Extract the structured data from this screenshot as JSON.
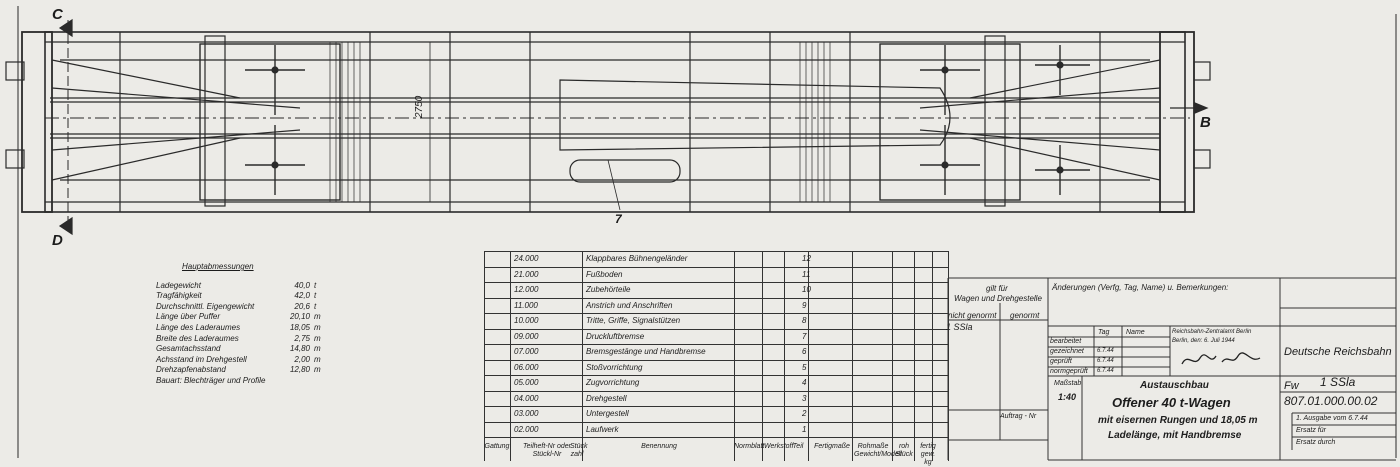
{
  "drawing": {
    "section_marks": {
      "c": "C",
      "d": "D",
      "b": "B"
    },
    "dimension_2750": "2750",
    "callout_7": "7"
  },
  "main_dimensions": {
    "title": "Hauptabmessungen",
    "rows": [
      {
        "label": "Ladegewicht",
        "value": "40,0",
        "unit": "t"
      },
      {
        "label": "Tragfähigkeit",
        "value": "42,0",
        "unit": "t"
      },
      {
        "label": "Durchschnittl. Eigengewicht",
        "value": "20,6",
        "unit": "t"
      },
      {
        "label": "Länge über Puffer",
        "value": "20,10",
        "unit": "m"
      },
      {
        "label": "Länge des Laderaumes",
        "value": "18,05",
        "unit": "m"
      },
      {
        "label": "Breite des Laderaumes",
        "value": "2,75",
        "unit": "m"
      },
      {
        "label": "Gesamtachsstand",
        "value": "14,80",
        "unit": "m"
      },
      {
        "label": "Achsstand im Drehgestell",
        "value": "2,00",
        "unit": "m"
      },
      {
        "label": "Drehzapfenabstand",
        "value": "12,80",
        "unit": "m"
      }
    ],
    "bauart": "Bauart: Blechträger und Profile"
  },
  "parts_list": {
    "rows": [
      {
        "number": "24.000",
        "name": "Klappbares Bühnengeländer",
        "part": "12"
      },
      {
        "number": "21.000",
        "name": "Fußboden",
        "part": "11"
      },
      {
        "number": "12.000",
        "name": "Zubehörteile",
        "part": "10"
      },
      {
        "number": "11.000",
        "name": "Anstrich und Anschriften",
        "part": "9"
      },
      {
        "number": "10.000",
        "name": "Tritte, Griffe, Signalstützen",
        "part": "8"
      },
      {
        "number": "09.000",
        "name": "Druckluftbremse",
        "part": "7"
      },
      {
        "number": "07.000",
        "name": "Bremsgestänge und Handbremse",
        "part": "6"
      },
      {
        "number": "06.000",
        "name": "Stoßvorrichtung",
        "part": "5"
      },
      {
        "number": "05.000",
        "name": "Zugvorrichtung",
        "part": "4"
      },
      {
        "number": "04.000",
        "name": "Drehgestell",
        "part": "3"
      },
      {
        "number": "03.000",
        "name": "Untergestell",
        "part": "2"
      },
      {
        "number": "02.000",
        "name": "Laufwerk",
        "part": "1"
      }
    ],
    "headers": {
      "gattung": "Gattung",
      "teilheft": "Teilheft-Nr oder Stückl-Nr",
      "stueckzahl": "Stück zahl",
      "benennung": "Benennung",
      "normblatt": "Normblatt",
      "werkstoff": "Werkstoff",
      "teil": "Teil",
      "fertigmasse": "Fertigmaße",
      "rohmasse": "Rohmaße Gewicht/Modell",
      "rohgewicht": "roh Stück",
      "fertiggewicht": "fertig gew. kg"
    }
  },
  "validity": {
    "title_line1": "gilt für",
    "title_line2": "Wagen und Drehgestelle",
    "col1": "nicht genormt",
    "col2": "genormt",
    "entry": "1 SSla",
    "auftrag": "Auftrag - Nr"
  },
  "title_block": {
    "changes_label": "Änderungen (Verfg, Tag, Name) u. Bemerkungen:",
    "tag": "Tag",
    "name": "Name",
    "roles": [
      "bearbeitet",
      "gezeichnet",
      "geprüft",
      "normgeprüft"
    ],
    "dates": [
      "6.7.44",
      "6.7.44",
      "6.7.44"
    ],
    "office_line1": "Reichsbahn-Zentralamt Berlin",
    "office_line2": "Berlin, den: 6. Juli 1944",
    "massstab_label": "Maßstab",
    "massstab_value": "1:40",
    "title1": "Austauschbau",
    "title2": "Offener 40 t-Wagen",
    "title3": "mit eisernen Rungen und 18,05 m",
    "title4": "Ladelänge, mit Handbremse",
    "railway": "Deutsche Reichsbahn",
    "fw_label": "Fw",
    "fw_value": "1 SSla",
    "drawing_number": "807.01.000.00.02",
    "ausgabe": "1. Ausgabe vom 6.7.44",
    "ersatz_fuer": "Ersatz für",
    "ersatz_durch": "Ersatz durch"
  }
}
